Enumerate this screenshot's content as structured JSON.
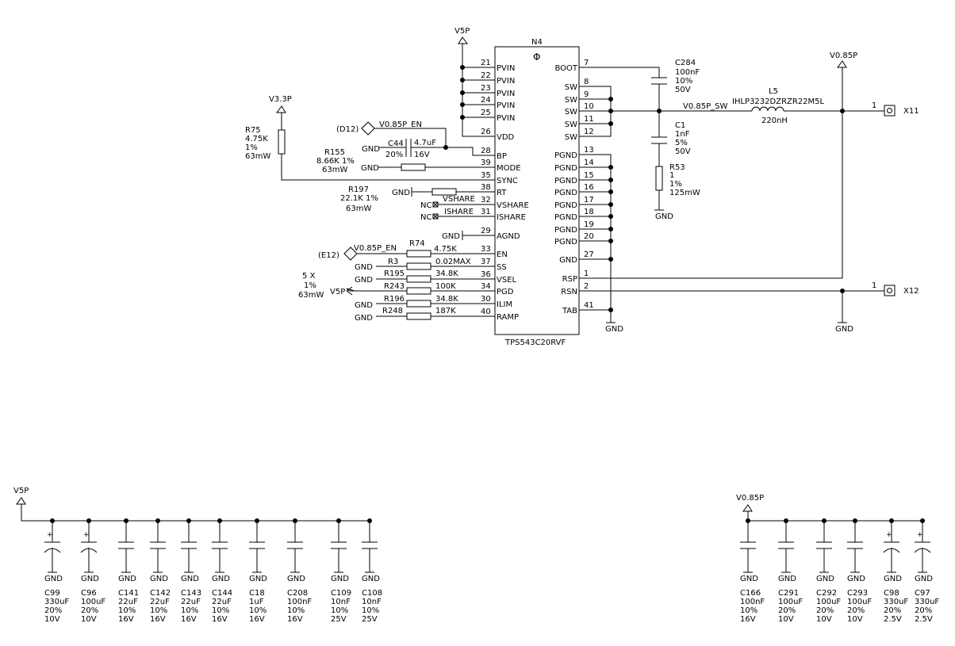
{
  "ic": {
    "ref": "N4",
    "part": "TPS543C20RVF",
    "left_pins": [
      {
        "num": "21",
        "name": "PVIN"
      },
      {
        "num": "22",
        "name": "PVIN"
      },
      {
        "num": "23",
        "name": "PVIN"
      },
      {
        "num": "24",
        "name": "PVIN"
      },
      {
        "num": "25",
        "name": "PVIN"
      },
      {
        "num": "26",
        "name": "VDD"
      },
      {
        "num": "28",
        "name": "BP"
      },
      {
        "num": "39",
        "name": "MODE"
      },
      {
        "num": "35",
        "name": "SYNC"
      },
      {
        "num": "38",
        "name": "RT"
      },
      {
        "num": "32",
        "name": "VSHARE"
      },
      {
        "num": "31",
        "name": "ISHARE"
      },
      {
        "num": "29",
        "name": "AGND"
      },
      {
        "num": "33",
        "name": "EN"
      },
      {
        "num": "37",
        "name": "SS"
      },
      {
        "num": "36",
        "name": "VSEL"
      },
      {
        "num": "34",
        "name": "PGD"
      },
      {
        "num": "30",
        "name": "ILIM"
      },
      {
        "num": "40",
        "name": "RAMP"
      }
    ],
    "right_pins": [
      {
        "num": "7",
        "name": "BOOT"
      },
      {
        "num": "8",
        "name": "SW"
      },
      {
        "num": "9",
        "name": "SW"
      },
      {
        "num": "10",
        "name": "SW"
      },
      {
        "num": "11",
        "name": "SW"
      },
      {
        "num": "12",
        "name": "SW"
      },
      {
        "num": "13",
        "name": "PGND"
      },
      {
        "num": "14",
        "name": "PGND"
      },
      {
        "num": "15",
        "name": "PGND"
      },
      {
        "num": "16",
        "name": "PGND"
      },
      {
        "num": "17",
        "name": "PGND"
      },
      {
        "num": "18",
        "name": "PGND"
      },
      {
        "num": "19",
        "name": "PGND"
      },
      {
        "num": "20",
        "name": "PGND"
      },
      {
        "num": "27",
        "name": "GND"
      },
      {
        "num": "1",
        "name": "RSP"
      },
      {
        "num": "2",
        "name": "RSN"
      },
      {
        "num": "41",
        "name": "TAB"
      }
    ]
  },
  "power": {
    "v5p": "V5P",
    "v33p": "V3.3P",
    "v085p": "V0.85P",
    "v085p_en": "V0.85P_EN",
    "v085p_sw": "V0.85P_SW",
    "gnd": "GND",
    "nc": "NC"
  },
  "ports": {
    "d12": "(D12)",
    "e12": "(E12)"
  },
  "components": {
    "r75": {
      "ref": "R75",
      "value": "4.75K",
      "tol": "1%",
      "power": "63mW"
    },
    "c44": {
      "ref": "C44",
      "value": "4.7uF",
      "tol": "20%",
      "voltage": "16V"
    },
    "r155": {
      "ref": "R155",
      "value": "8.66K 1%",
      "power": "63mW"
    },
    "r197": {
      "ref": "R197",
      "value": "22.1K  1%",
      "power": "63mW"
    },
    "r74": {
      "ref": "R74",
      "value": "4.75K"
    },
    "r3": {
      "ref": "R3",
      "value": "0.02MAX"
    },
    "r195": {
      "ref": "R195",
      "value": "34.8K"
    },
    "r243": {
      "ref": "R243",
      "value": "100K"
    },
    "r196": {
      "ref": "R196",
      "value": "34.8K"
    },
    "r248": {
      "ref": "R248",
      "value": "187K"
    },
    "res_note": {
      "value": "5  X",
      "tol": "1%",
      "power": "63mW"
    },
    "c284": {
      "ref": "C284",
      "value": "100nF",
      "tol": "10%",
      "voltage": "50V"
    },
    "c1": {
      "ref": "C1",
      "value": "1nF",
      "tol": "5%",
      "voltage": "50V"
    },
    "r53": {
      "ref": "R53",
      "value": "1",
      "tol": "1%",
      "power": "125mW"
    },
    "l5": {
      "ref": "L5",
      "part": "IHLP3232DZRZR22M5L",
      "value": "220nH"
    },
    "x11": {
      "ref": "X11",
      "pin": "1"
    },
    "x12": {
      "ref": "X12",
      "pin": "1"
    }
  },
  "bank_left": [
    {
      "ref": "C99",
      "value": "330uF",
      "tol": "20%",
      "voltage": "10V",
      "polar": true
    },
    {
      "ref": "C96",
      "value": "100uF",
      "tol": "20%",
      "voltage": "10V",
      "polar": true
    },
    {
      "ref": "C141",
      "value": "22uF",
      "tol": "10%",
      "voltage": "16V",
      "polar": false
    },
    {
      "ref": "C142",
      "value": "22uF",
      "tol": "10%",
      "voltage": "16V",
      "polar": false
    },
    {
      "ref": "C143",
      "value": "22uF",
      "tol": "10%",
      "voltage": "16V",
      "polar": false
    },
    {
      "ref": "C144",
      "value": "22uF",
      "tol": "10%",
      "voltage": "16V",
      "polar": false
    },
    {
      "ref": "C18",
      "value": "1uF",
      "tol": "10%",
      "voltage": "16V",
      "polar": false
    },
    {
      "ref": "C208",
      "value": "100nF",
      "tol": "10%",
      "voltage": "16V",
      "polar": false
    },
    {
      "ref": "C109",
      "value": "10nF",
      "tol": "10%",
      "voltage": "25V",
      "polar": false
    },
    {
      "ref": "C108",
      "value": "10nF",
      "tol": "10%",
      "voltage": "25V",
      "polar": false
    }
  ],
  "bank_right": [
    {
      "ref": "C166",
      "value": "100nF",
      "tol": "10%",
      "voltage": "16V",
      "polar": false
    },
    {
      "ref": "C291",
      "value": "100uF",
      "tol": "20%",
      "voltage": "10V",
      "polar": false
    },
    {
      "ref": "C292",
      "value": "100uF",
      "tol": "20%",
      "voltage": "10V",
      "polar": false
    },
    {
      "ref": "C293",
      "value": "100uF",
      "tol": "20%",
      "voltage": "10V",
      "polar": false
    },
    {
      "ref": "C98",
      "value": "330uF",
      "tol": "20%",
      "voltage": "2.5V",
      "polar": true
    },
    {
      "ref": "C97",
      "value": "330uF",
      "tol": "20%",
      "voltage": "2.5V",
      "polar": true
    }
  ],
  "symbols": {
    "polarity_plus": "+",
    "phi": "Φ"
  }
}
